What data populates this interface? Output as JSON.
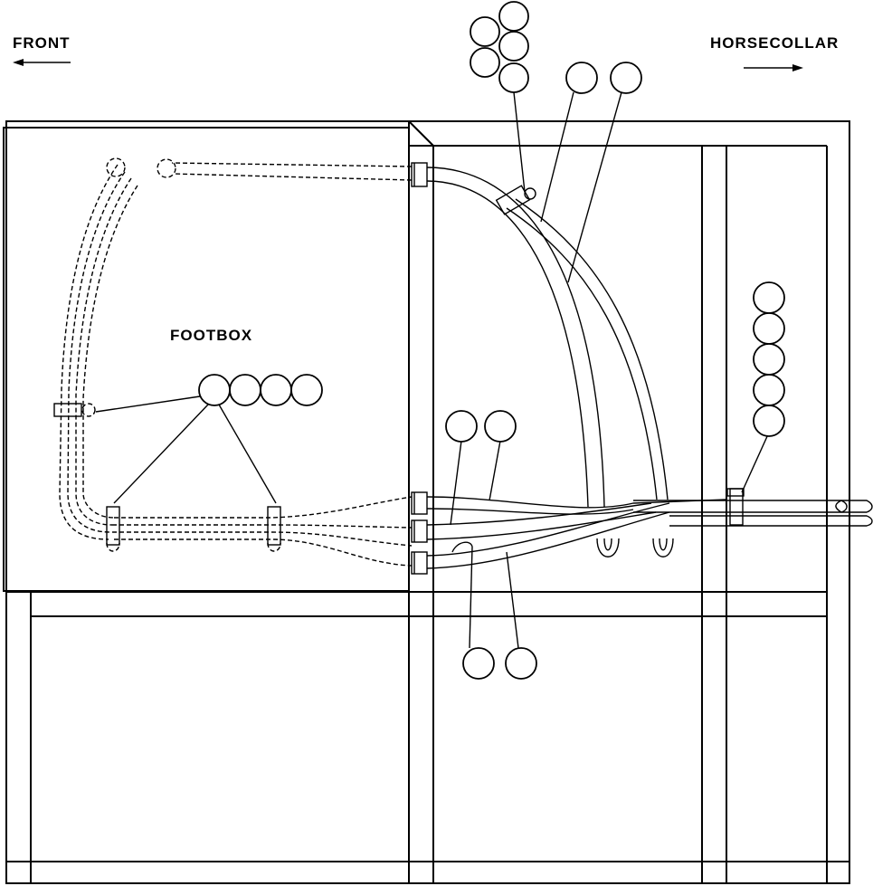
{
  "labels": {
    "front": "FRONT",
    "horsecollar": "HORSECOLLAR",
    "footbox": "FOOTBOX"
  },
  "icons": [
    "arrow-left-icon",
    "arrow-right-icon"
  ],
  "callout_bubbles": "blank"
}
